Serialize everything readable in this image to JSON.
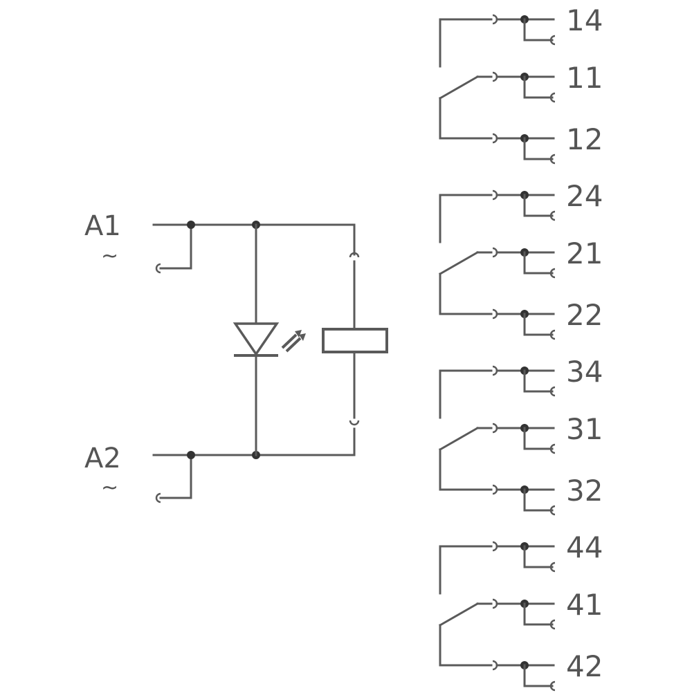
{
  "colors": {
    "line": "#5a5a5a",
    "label": "#555555",
    "dot": "#333333",
    "background": "#ffffff"
  },
  "coil": {
    "terminal_top": {
      "label": "A1",
      "symbol": "~"
    },
    "terminal_bottom": {
      "label": "A2",
      "symbol": "~"
    },
    "components": [
      "led-diode-icon",
      "relay-coil-icon"
    ]
  },
  "contacts": [
    {
      "group": 1,
      "no": "14",
      "com": "11",
      "nc": "12"
    },
    {
      "group": 2,
      "no": "24",
      "com": "21",
      "nc": "22"
    },
    {
      "group": 3,
      "no": "34",
      "com": "31",
      "nc": "32"
    },
    {
      "group": 4,
      "no": "44",
      "com": "41",
      "nc": "42"
    }
  ]
}
